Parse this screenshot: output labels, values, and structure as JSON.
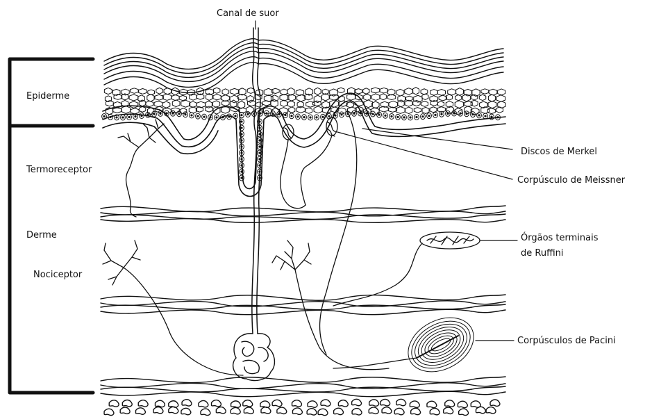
{
  "labels": {
    "sweat_duct": "Canal de suor",
    "epidermis": "Epiderme",
    "thermoreceptor": "Termoreceptor",
    "dermis": "Derme",
    "nociceptor": "Nociceptor",
    "merkel": "Discos de Merkel",
    "meissner": "Corpúsculo de Meissner",
    "ruffini_line1": "Órgãos terminais",
    "ruffini_line2": "de Ruffini",
    "pacini": "Corpúsculos de Pacini"
  },
  "colors": {
    "ink": "#111111",
    "background": "#ffffff"
  }
}
